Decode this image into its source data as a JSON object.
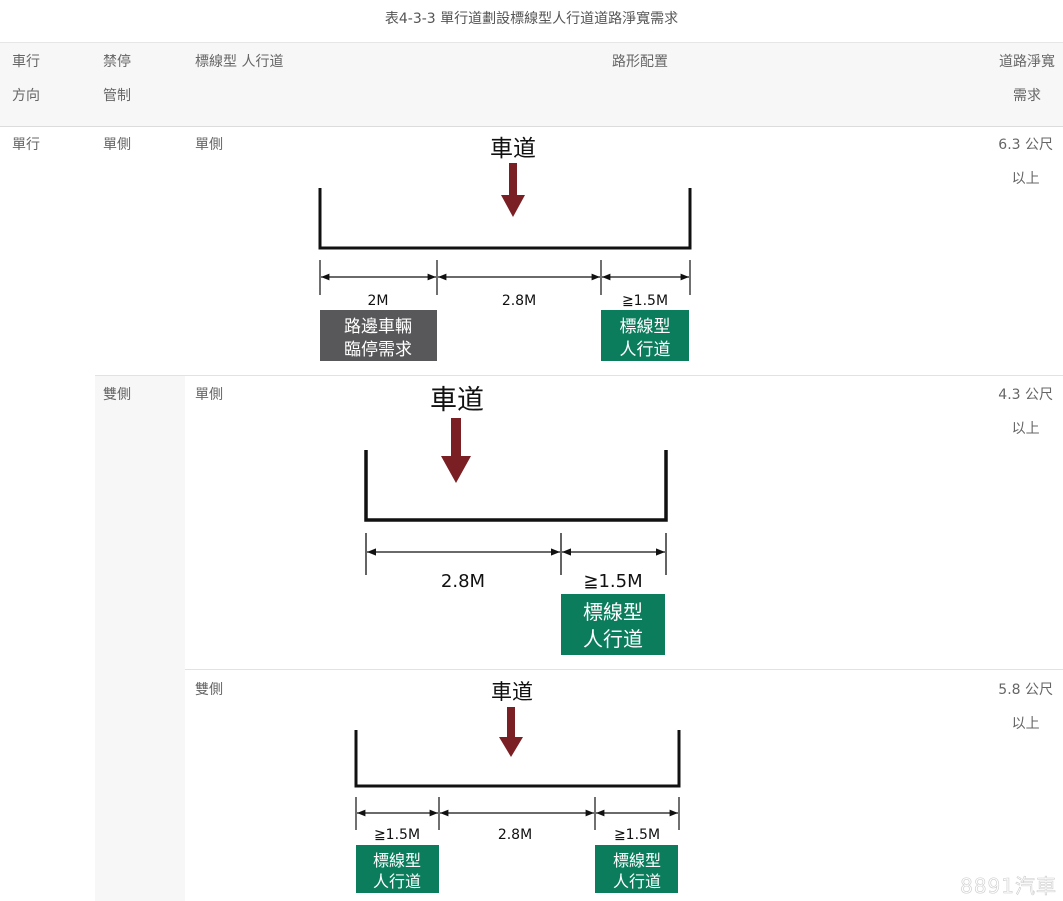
{
  "caption": "表4-3-3 單行道劃設標線型人行道道路淨寬需求",
  "headers": {
    "direction": [
      "車行",
      "方向"
    ],
    "no_parking": [
      "禁停",
      "管制"
    ],
    "sidewalk": "標線型 人行道",
    "layout": "路形配置",
    "width": [
      "道路淨寬",
      "需求"
    ]
  },
  "rows": [
    {
      "direction": "單行",
      "no_parking": "單側",
      "sidewalk": "單側",
      "width": [
        "6.3 公尺",
        "以上"
      ],
      "diagram": {
        "road": "車道",
        "dims": [
          "2M",
          "2.8M",
          "≧1.5M"
        ],
        "boxes": [
          [
            "路邊車輛",
            "臨停需求"
          ],
          [
            "標線型",
            "人行道"
          ]
        ]
      }
    },
    {
      "no_parking": "雙側",
      "sidewalk": "單側",
      "width": [
        "4.3 公尺",
        "以上"
      ],
      "diagram": {
        "road": "車道",
        "dims": [
          "2.8M",
          "≧1.5M"
        ],
        "boxes": [
          [
            "標線型",
            "人行道"
          ]
        ]
      }
    },
    {
      "sidewalk": "雙側",
      "width": [
        "5.8 公尺",
        "以上"
      ],
      "diagram": {
        "road": "車道",
        "dims": [
          "≧1.5M",
          "2.8M",
          "≧1.5M"
        ],
        "boxes": [
          [
            "標線型",
            "人行道"
          ],
          [
            "標線型",
            "人行道"
          ]
        ]
      }
    }
  ],
  "watermark": "8891汽車",
  "colors": {
    "arrow": "#7a1f23",
    "green": "#0b7d5c",
    "gray_box": "#58585a"
  }
}
